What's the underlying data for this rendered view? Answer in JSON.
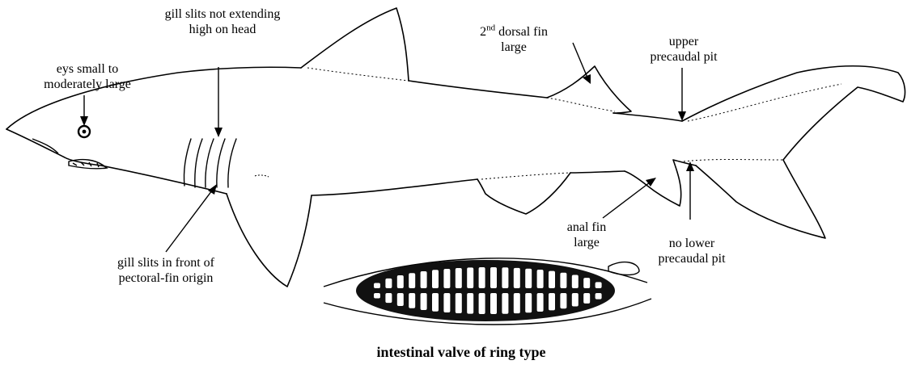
{
  "labels": {
    "eye": [
      "eys small to",
      "moderately large"
    ],
    "gill_high": [
      "gill slits not extending",
      "high on head"
    ],
    "dorsal2": {
      "sup": "nd",
      "line1_rest": " dorsal fin",
      "line1_prefix": "2",
      "line2": "large"
    },
    "upper_pit": [
      "upper",
      "precaudal pit"
    ],
    "gill_front": [
      "gill slits in front of",
      "pectoral-fin origin"
    ],
    "anal": [
      "anal fin",
      "large"
    ],
    "lower_pit": [
      "no lower",
      "precaudal pit"
    ]
  },
  "caption": "intestinal valve of ring type",
  "colors": {
    "ink": "#000000",
    "paper": "#ffffff",
    "valve_fill": "#111111"
  }
}
